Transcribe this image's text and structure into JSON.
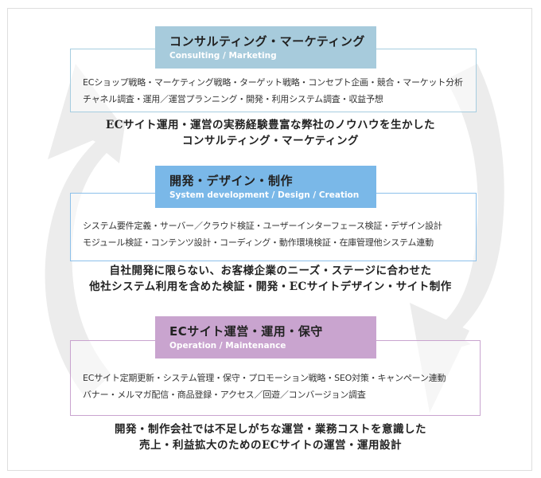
{
  "colors": {
    "consulting": "#a7cbdc",
    "consulting_border": "#a6cde0",
    "development": "#7ab8e8",
    "development_border": "#8cc0ea",
    "operation": "#c9a4cf",
    "operation_border": "#c9a4cf",
    "cycle_arrows": "#ececec",
    "frame_border": "#dedede"
  },
  "sections": [
    {
      "title": "コンサルティング・マーケティング",
      "subtitle": "Consulting / Marketing",
      "items": [
        "ECショップ戦略・マーケティング戦略・ターゲット戦略・コンセプト企画・競合・マーケット分析",
        "チャネル調査・運用／運営プランニング・開発・利用システム調査・収益予想"
      ],
      "summary": [
        "ECサイト運用・運営の実務経験豊富な弊社のノウハウを生かした",
        "コンサルティング・マーケティング"
      ]
    },
    {
      "title": "開発・デザイン・制作",
      "subtitle": "System development / Design / Creation",
      "items": [
        "システム要件定義・サーバー／クラウド検証・ユーザーインターフェース検証・デザイン設計",
        "モジュール検証・コンテンツ設計・コーディング・動作環境検証・在庫管理他システム連動"
      ],
      "summary": [
        "自社開発に限らない、お客様企業のニーズ・ステージに合わせた",
        "他社システム利用を含めた検証・開発・ECサイトデザイン・サイト制作"
      ]
    },
    {
      "title": "ECサイト運営・運用・保守",
      "subtitle": "Operation / Maintenance",
      "items": [
        "ECサイト定期更新・システム管理・保守・プロモーション戦略・SEO対策・キャンペーン連動",
        "バナー・メルマガ配信・商品登録・アクセス／回遊／コンバージョン調査"
      ],
      "summary": [
        "開発・制作会社では不足しがちな運営・業務コストを意識した",
        "売上・利益拡大のためのECサイトの運営・運用設計"
      ]
    }
  ]
}
